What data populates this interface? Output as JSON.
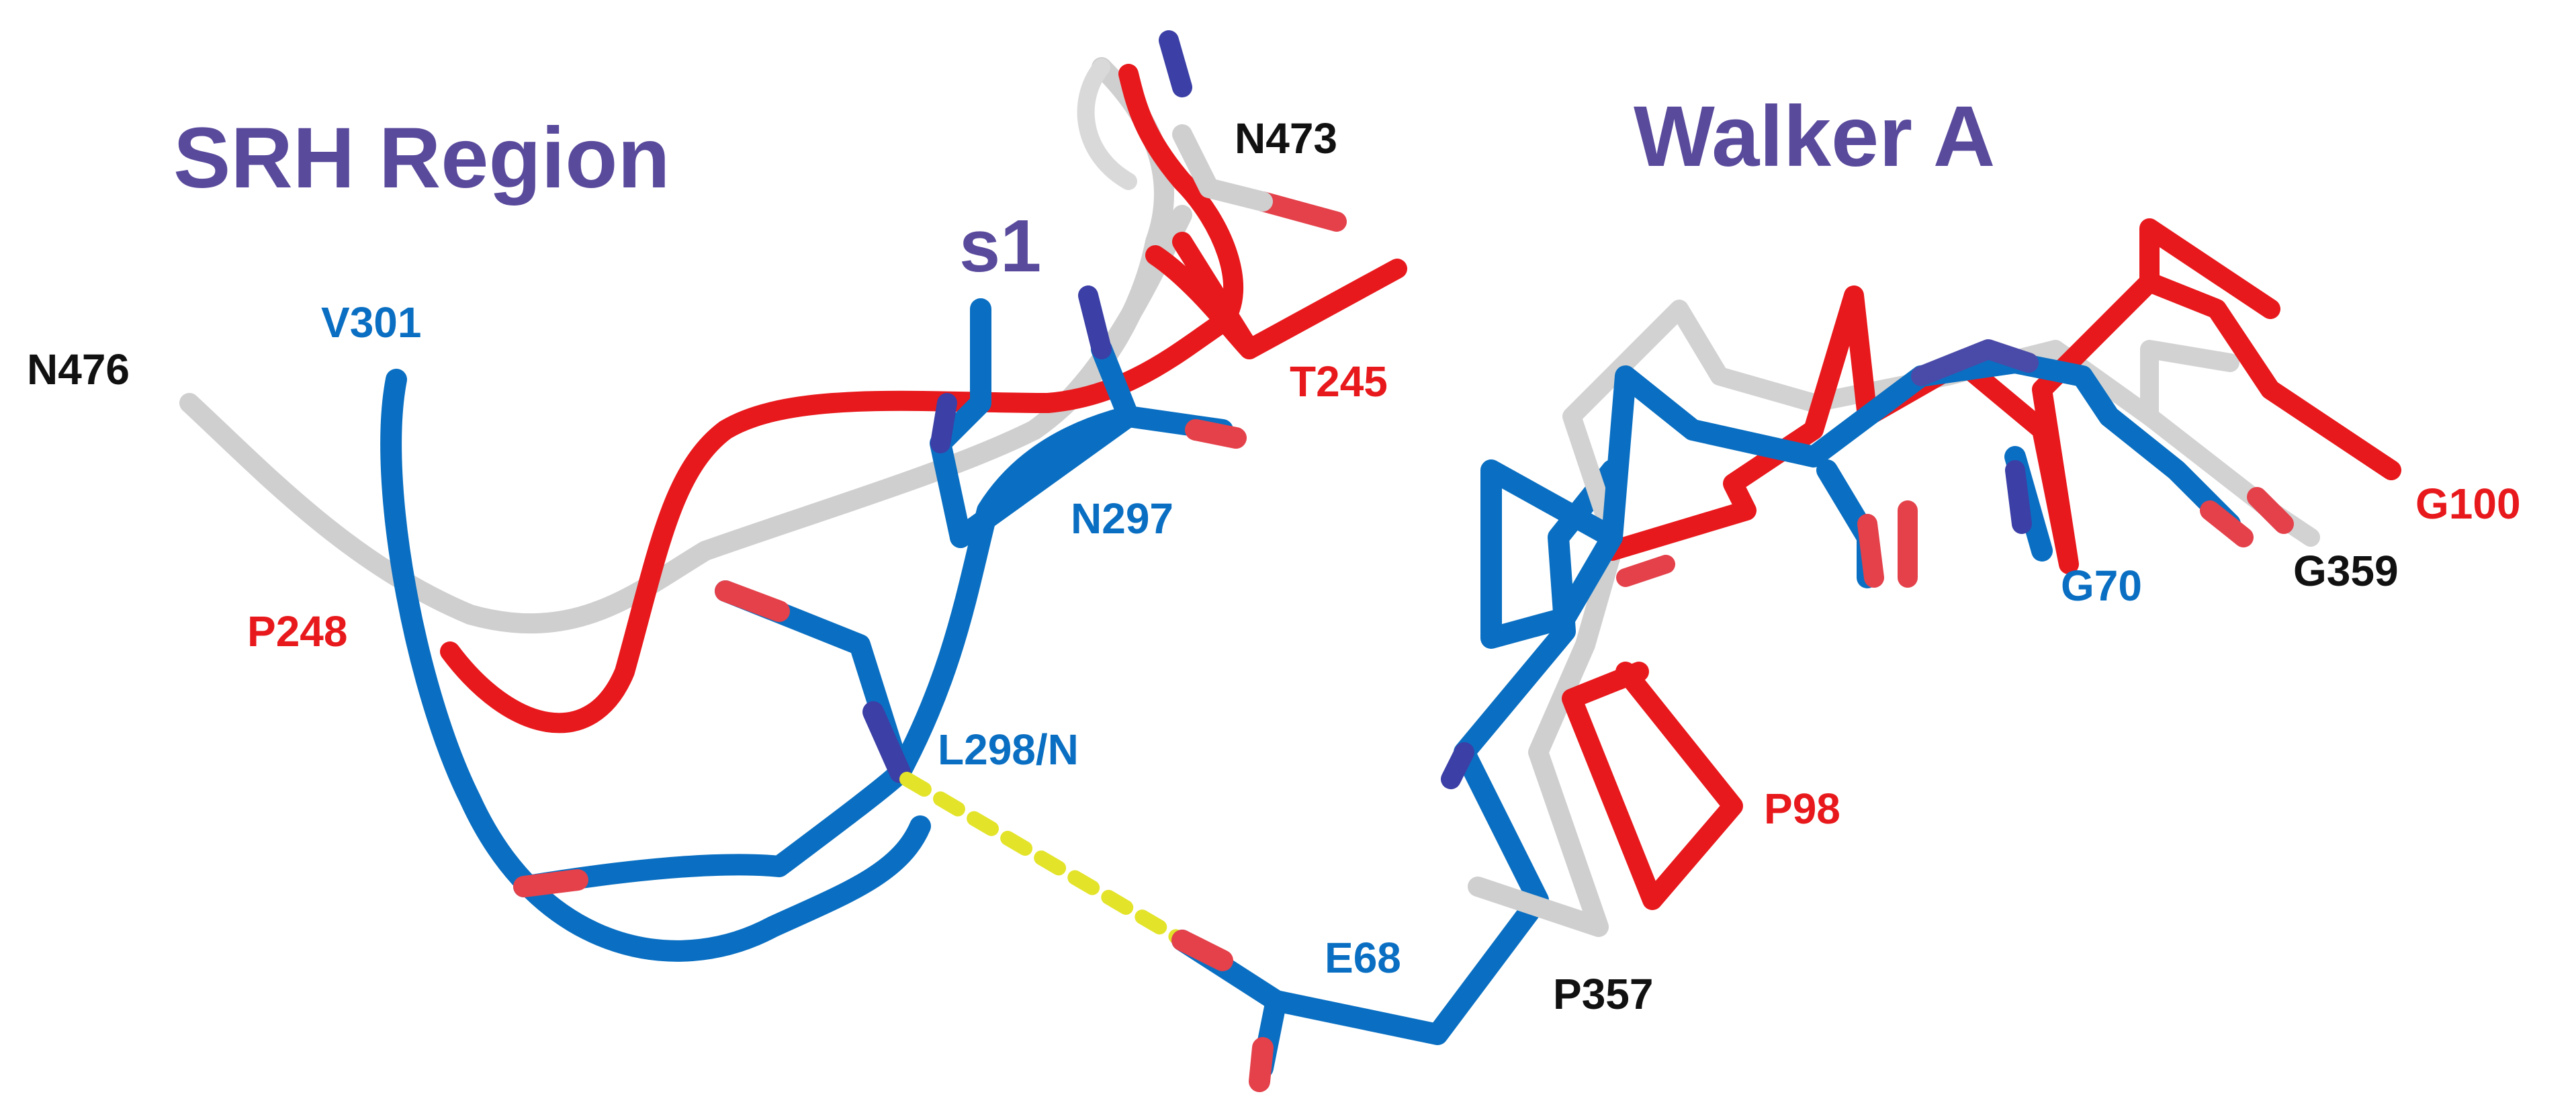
{
  "titles": {
    "left": "SRH Region",
    "right": "Walker A",
    "strand": "s1"
  },
  "colors": {
    "title": "#5a4a9c",
    "blue": "#0a6fc2",
    "red": "#e8191c",
    "black": "#111111",
    "white_tube": "#d2d2d2",
    "nitrogen": "#3b3fa6",
    "oxygen": "#e4414a",
    "hbond": "#e3e32a"
  },
  "residues": {
    "n473": "N473",
    "n476": "N476",
    "v301": "V301",
    "t245": "T245",
    "n297": "N297",
    "p248": "P248",
    "l298": "L298/N",
    "e68": "E68",
    "p357": "P357",
    "p98": "P98",
    "g70": "G70",
    "g359": "G359",
    "g100": "G100"
  }
}
